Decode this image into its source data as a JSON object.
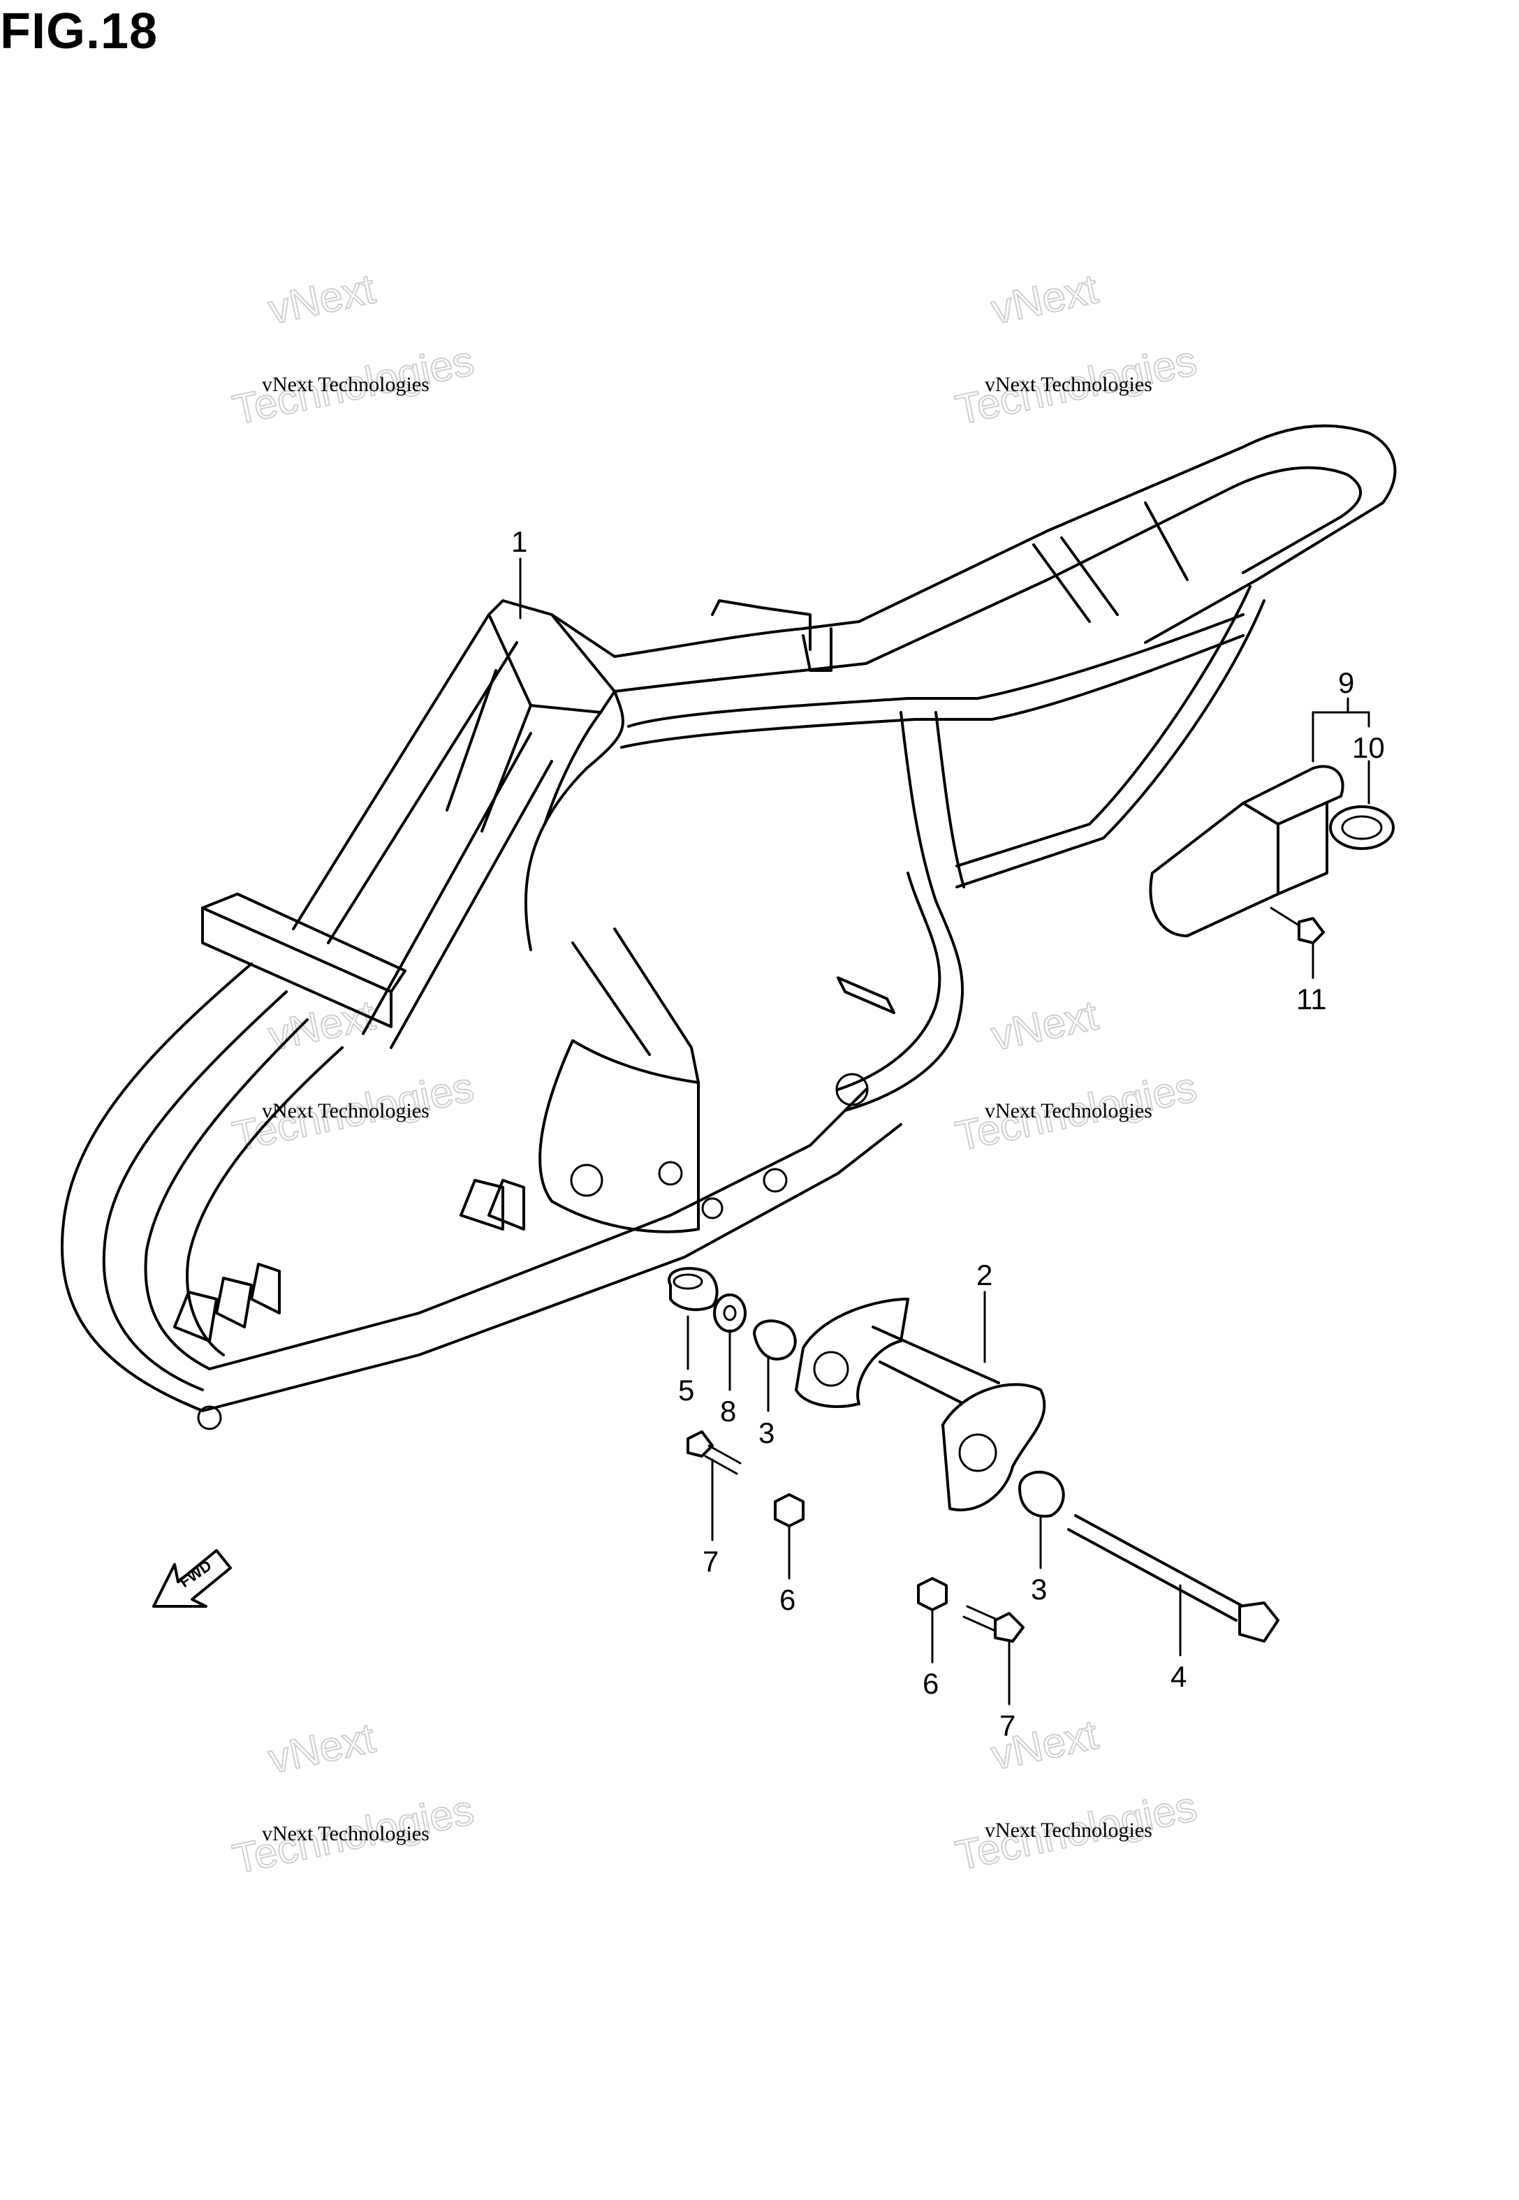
{
  "figure": {
    "title": "FIG.18"
  },
  "watermark": {
    "line1": "vNext Technologies",
    "line2": "vNext",
    "line3": "Technologies"
  },
  "fwd_label": "FWD",
  "callouts": {
    "c1": "1",
    "c2": "2",
    "c3a": "3",
    "c3b": "3",
    "c4": "4",
    "c5": "5",
    "c6a": "6",
    "c6b": "6",
    "c7a": "7",
    "c7b": "7",
    "c8": "8",
    "c9": "9",
    "c10": "10",
    "c11": "11"
  },
  "colors": {
    "line": "#000000",
    "background": "#ffffff",
    "watermark_outline": "#cfcfcf"
  }
}
